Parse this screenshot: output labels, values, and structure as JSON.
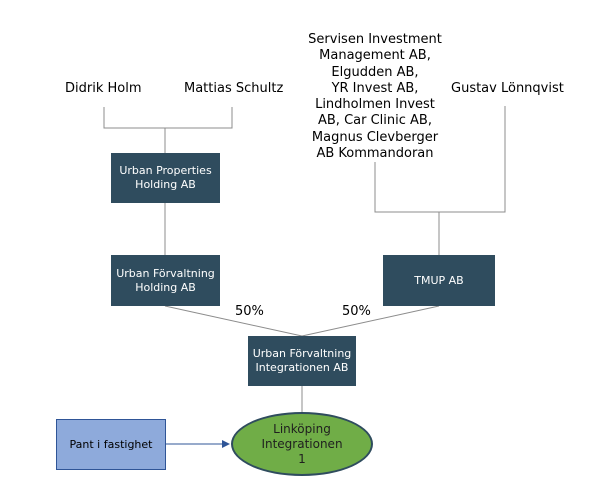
{
  "owners": {
    "didrik": "Didrik Holm",
    "mattias": "Mattias Schultz",
    "gustav": "Gustav Lönnqvist",
    "servisen_lines": [
      "Servisen Investment",
      "Management AB,",
      "Elgudden AB,",
      "YR Invest AB,",
      "Lindholmen Invest",
      "AB, Car Clinic AB,",
      "Magnus Clevberger",
      "AB Kommandoran"
    ]
  },
  "boxes": {
    "urban_properties": "Urban Properties\nHolding AB",
    "urban_forvaltning_holding": "Urban Förvaltning\nHolding AB",
    "tmup": "TMUP AB",
    "urban_forvaltning_integrationen": "Urban Förvaltning\nIntegrationen AB",
    "pant": "Pant i fastighet",
    "linkoping": "Linköping\nIntegrationen\n1"
  },
  "percentages": {
    "left": "50%",
    "right": "50%"
  },
  "colors": {
    "box": "#2f4c5e",
    "pant": "#8eaadb",
    "ellipse": "#70ad47",
    "arrow": "#2f5597"
  }
}
